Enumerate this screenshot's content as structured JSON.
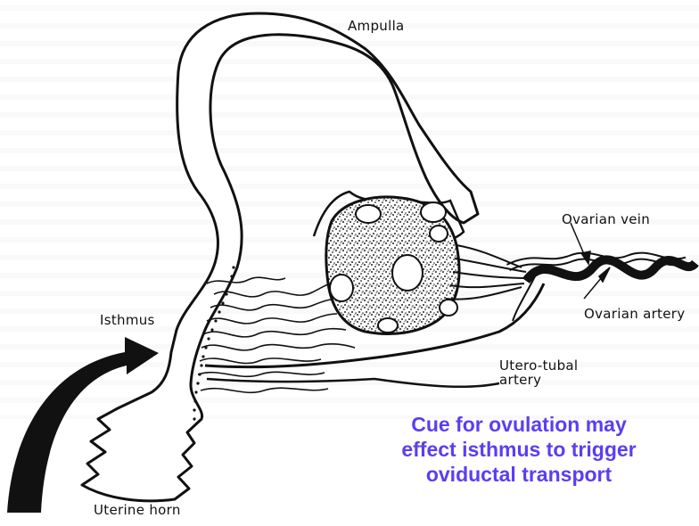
{
  "labels": {
    "ampulla": "Ampulla",
    "ovarian_vein": "Ovarian vein",
    "ovarian_artery": "Ovarian artery",
    "isthmus": "Isthmus",
    "utero_tubal_line1": "Utero-tubal",
    "utero_tubal_line2": "artery",
    "uterine_horn": "Uterine horn"
  },
  "caption": {
    "line1": "Cue for ovulation may",
    "line2": "effect isthmus to trigger",
    "line3": "oviductal transport"
  },
  "colors": {
    "caption": "#5b3ef2",
    "ink": "#111111",
    "background_text": "#e6e6e6"
  }
}
